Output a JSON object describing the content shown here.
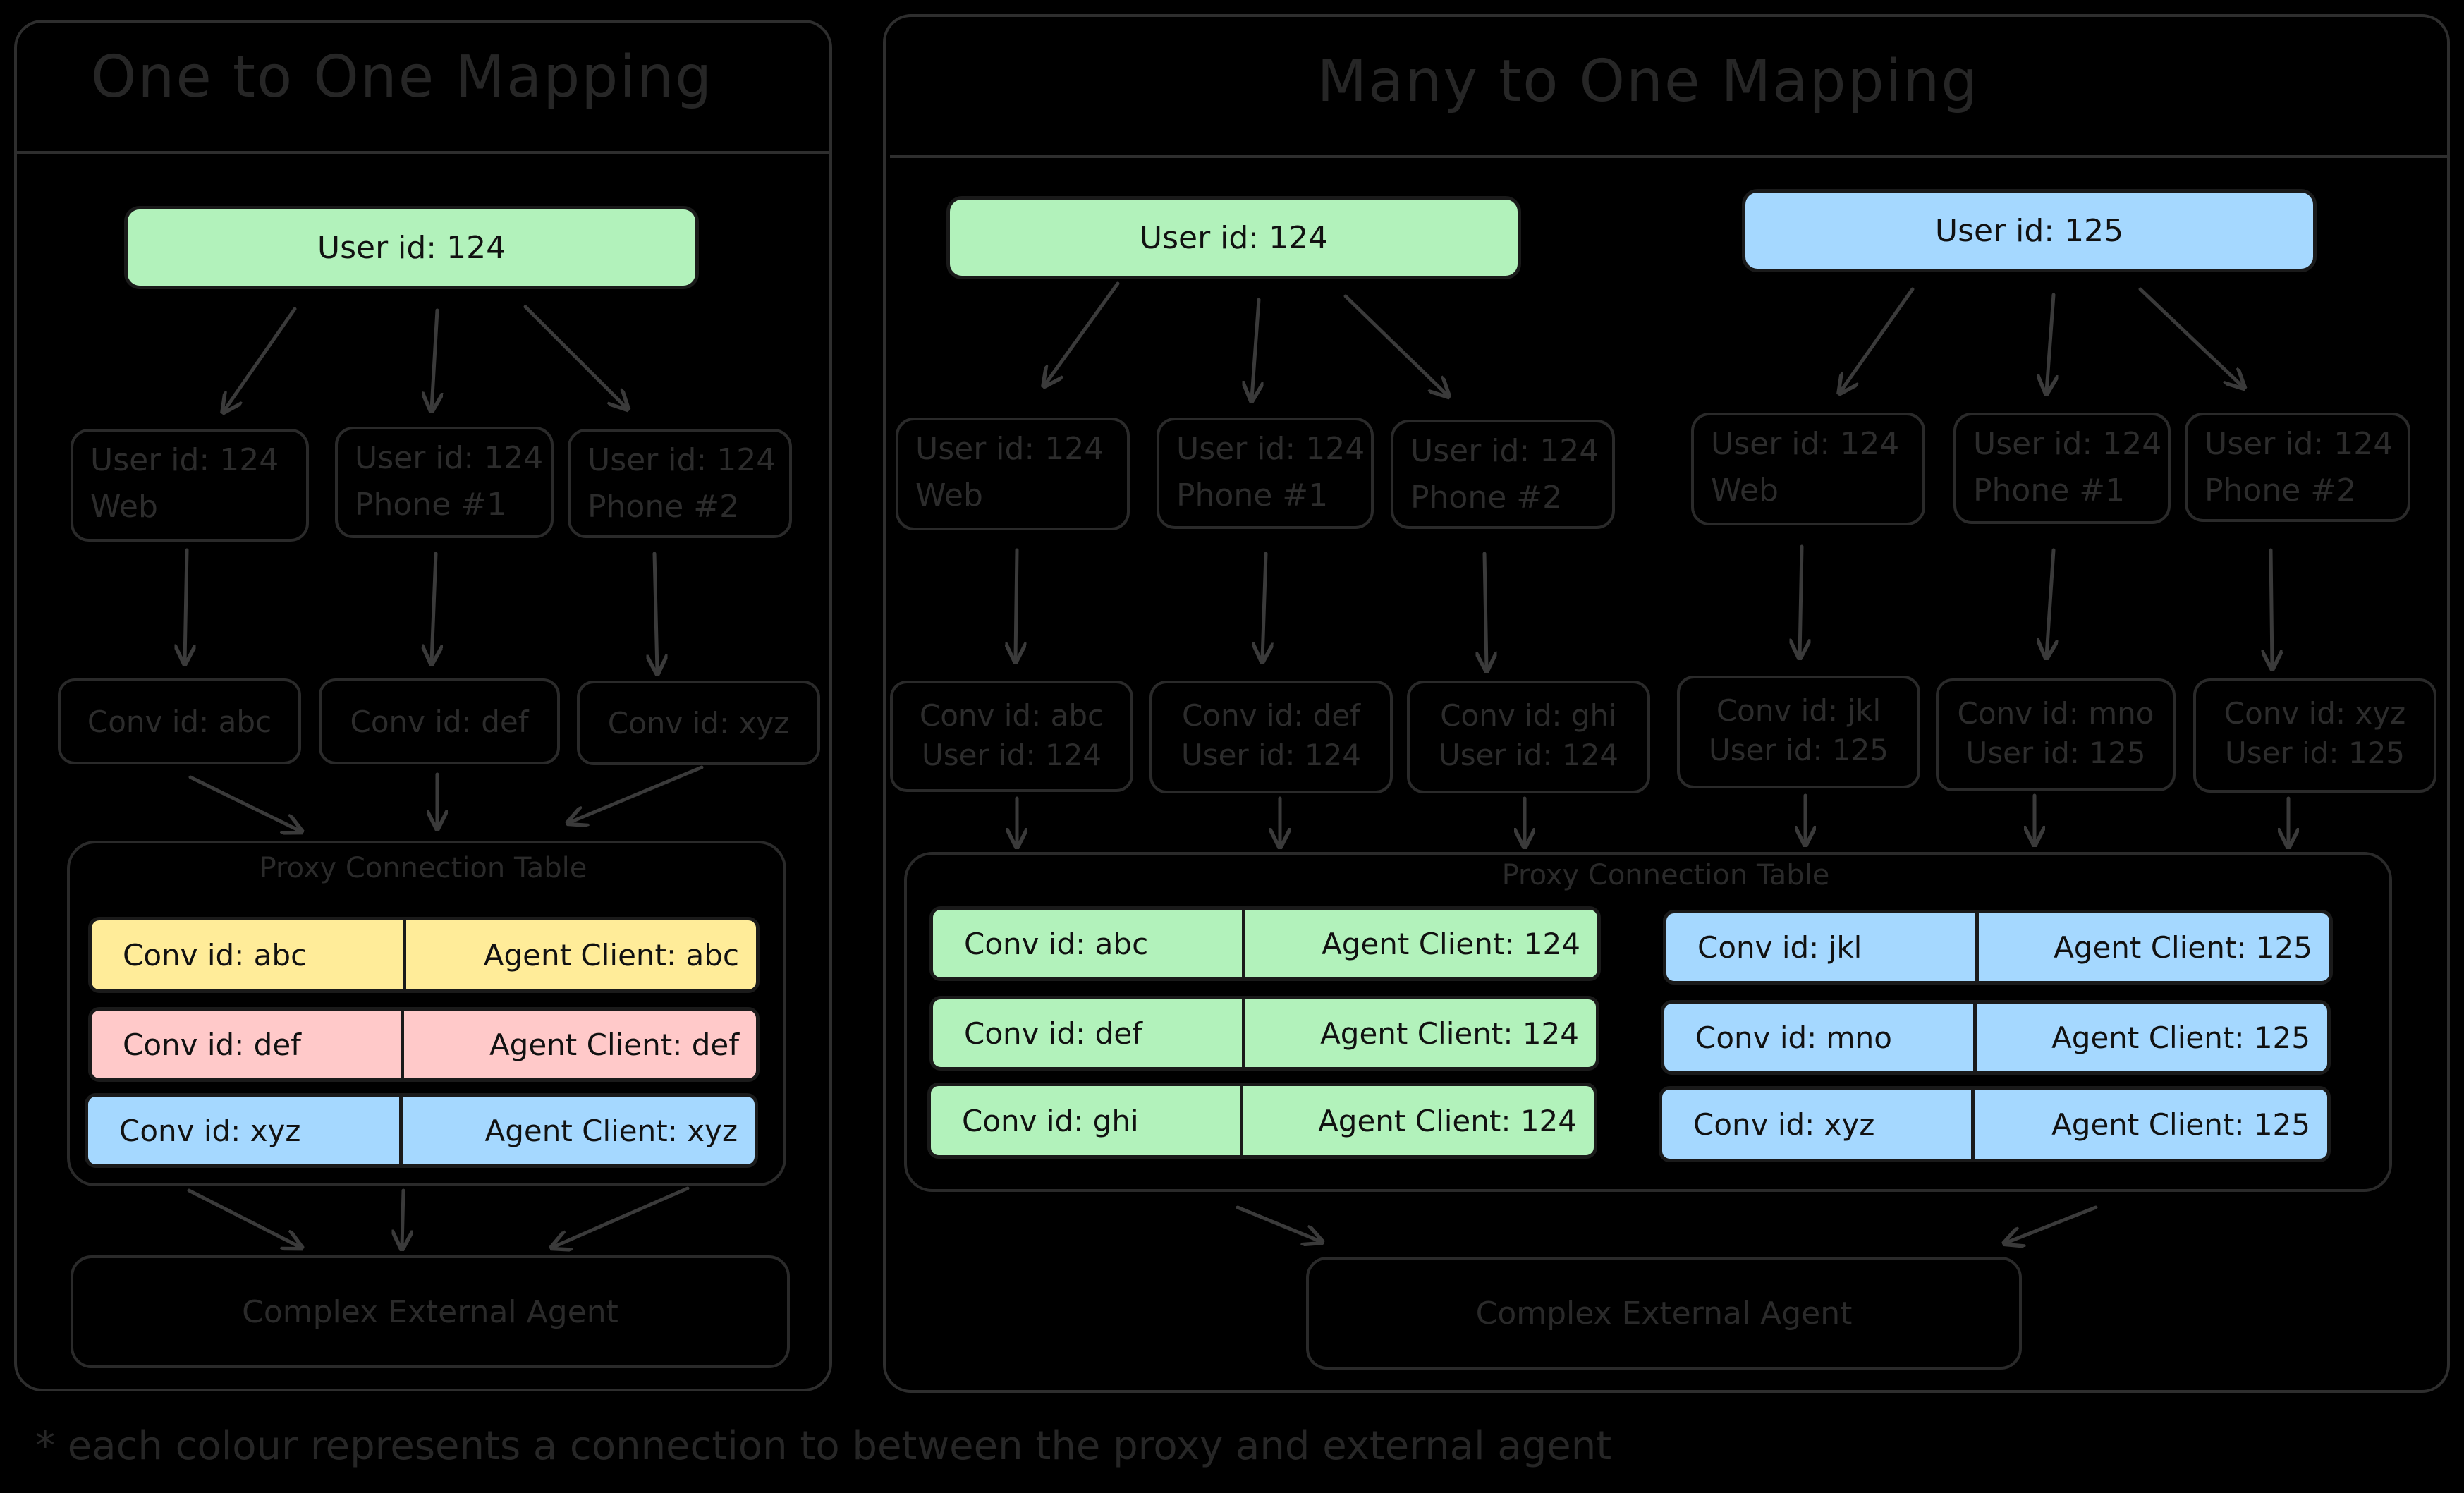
{
  "left": {
    "title": "One to One Mapping",
    "user": "User id: 124",
    "devices": [
      {
        "line1": "User id: 124",
        "line2": "Web"
      },
      {
        "line1": "User id: 124",
        "line2": "Phone #1"
      },
      {
        "line1": "User id: 124",
        "line2": "Phone #2"
      }
    ],
    "convs": [
      "Conv id: abc",
      "Conv id: def",
      "Conv id: xyz"
    ],
    "table_title": "Proxy Connection Table",
    "rows": [
      {
        "conv": "Conv id: abc",
        "agent": "Agent Client: abc",
        "color": "#ffec99"
      },
      {
        "conv": "Conv id: def",
        "agent": "Agent Client: def",
        "color": "#ffc9c9"
      },
      {
        "conv": "Conv id: xyz",
        "agent": "Agent Client: xyz",
        "color": "#a5d8ff"
      }
    ],
    "agent": "Complex External Agent"
  },
  "right": {
    "title": "Many to One Mapping",
    "users": [
      "User id: 124",
      "User id: 125"
    ],
    "devices": [
      {
        "line1": "User id: 124",
        "line2": "Web"
      },
      {
        "line1": "User id: 124",
        "line2": "Phone #1"
      },
      {
        "line1": "User id: 124",
        "line2": "Phone #2"
      },
      {
        "line1": "User id: 124",
        "line2": "Web"
      },
      {
        "line1": "User id: 124",
        "line2": "Phone #1"
      },
      {
        "line1": "User id: 124",
        "line2": "Phone #2"
      }
    ],
    "convs": [
      {
        "line1": "Conv id: abc",
        "line2": "User id: 124"
      },
      {
        "line1": "Conv id: def",
        "line2": "User id: 124"
      },
      {
        "line1": "Conv id: ghi",
        "line2": "User id: 124"
      },
      {
        "line1": "Conv id: jkl",
        "line2": "User id: 125"
      },
      {
        "line1": "Conv id: mno",
        "line2": "User id: 125"
      },
      {
        "line1": "Conv id: xyz",
        "line2": "User id: 125"
      }
    ],
    "table_title": "Proxy Connection Table",
    "rows_left": [
      {
        "conv": "Conv id: abc",
        "agent": "Agent Client: 124"
      },
      {
        "conv": "Conv id: def",
        "agent": "Agent Client: 124"
      },
      {
        "conv": "Conv id: ghi",
        "agent": "Agent Client: 124"
      }
    ],
    "rows_right": [
      {
        "conv": "Conv id: jkl",
        "agent": "Agent Client: 125"
      },
      {
        "conv": "Conv id: mno",
        "agent": "Agent Client: 125"
      },
      {
        "conv": "Conv id: xyz",
        "agent": "Agent Client: 125"
      }
    ],
    "agent": "Complex External Agent"
  },
  "colors": {
    "green": "#b2f2bb",
    "blue": "#a5d8ff",
    "yellow": "#ffec99",
    "pink": "#ffc9c9"
  },
  "footnote": "* each colour represents a connection to between the proxy and external agent"
}
